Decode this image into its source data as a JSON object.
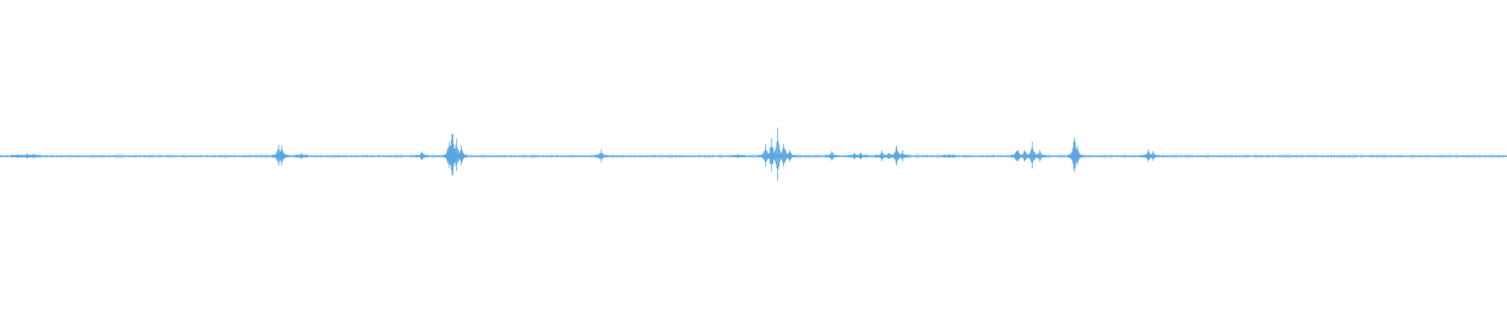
{
  "waveform": {
    "color": "#5aa6e0",
    "baseline_color": "#5aa6e0",
    "duration_fraction_peaks": [
      {
        "t": 0.012,
        "amp": 0.015
      },
      {
        "t": 0.018,
        "amp": 0.02
      },
      {
        "t": 0.022,
        "amp": 0.018
      },
      {
        "t": 0.185,
        "amp": 0.09
      },
      {
        "t": 0.187,
        "amp": 0.07
      },
      {
        "t": 0.2,
        "amp": 0.025
      },
      {
        "t": 0.28,
        "amp": 0.035
      },
      {
        "t": 0.298,
        "amp": 0.12
      },
      {
        "t": 0.3,
        "amp": 0.22
      },
      {
        "t": 0.303,
        "amp": 0.13
      },
      {
        "t": 0.306,
        "amp": 0.07
      },
      {
        "t": 0.399,
        "amp": 0.05
      },
      {
        "t": 0.49,
        "amp": 0.015
      },
      {
        "t": 0.508,
        "amp": 0.08
      },
      {
        "t": 0.512,
        "amp": 0.12
      },
      {
        "t": 0.516,
        "amp": 0.19
      },
      {
        "t": 0.52,
        "amp": 0.1
      },
      {
        "t": 0.524,
        "amp": 0.05
      },
      {
        "t": 0.552,
        "amp": 0.045
      },
      {
        "t": 0.567,
        "amp": 0.03
      },
      {
        "t": 0.571,
        "amp": 0.03
      },
      {
        "t": 0.585,
        "amp": 0.04
      },
      {
        "t": 0.59,
        "amp": 0.03
      },
      {
        "t": 0.595,
        "amp": 0.085
      },
      {
        "t": 0.599,
        "amp": 0.04
      },
      {
        "t": 0.63,
        "amp": 0.015
      },
      {
        "t": 0.675,
        "amp": 0.06
      },
      {
        "t": 0.68,
        "amp": 0.05
      },
      {
        "t": 0.685,
        "amp": 0.1
      },
      {
        "t": 0.69,
        "amp": 0.05
      },
      {
        "t": 0.713,
        "amp": 0.16
      },
      {
        "t": 0.715,
        "amp": 0.07
      },
      {
        "t": 0.762,
        "amp": 0.045
      },
      {
        "t": 0.765,
        "amp": 0.035
      }
    ]
  }
}
